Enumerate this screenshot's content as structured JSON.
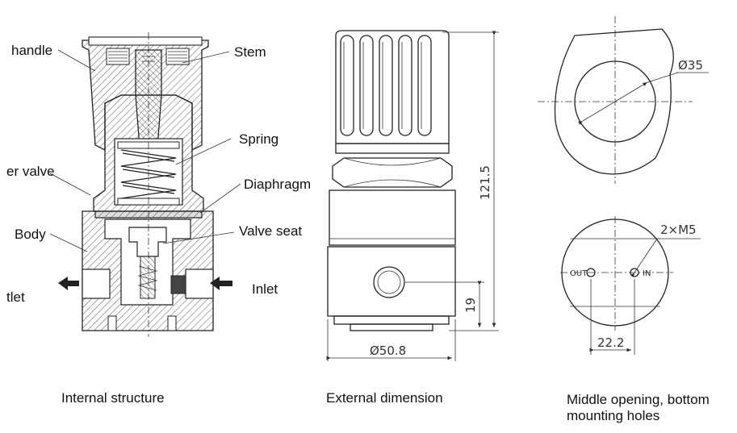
{
  "labels": {
    "handle": "handle",
    "stem": "Stem",
    "spring": "Spring",
    "upper_valve": "er valve",
    "diaphragm": "Diaphragm",
    "body": "Body",
    "valve_seat": "Valve seat",
    "outlet": "tlet",
    "inlet": "Inlet"
  },
  "dimensions": {
    "height": "121.5",
    "port_height": "19",
    "diameter": "Ø50.8",
    "opening": "Ø35",
    "holes": "2×M5",
    "hole_spacing": "22.2",
    "out_port": "OUT",
    "in_port": "IN"
  },
  "captions": {
    "internal": "Internal structure",
    "external": "External dimension",
    "middle_line1": "Middle opening, bottom",
    "middle_line2": "mounting holes"
  },
  "colors": {
    "line": "#222222",
    "hatch": "#555555"
  }
}
